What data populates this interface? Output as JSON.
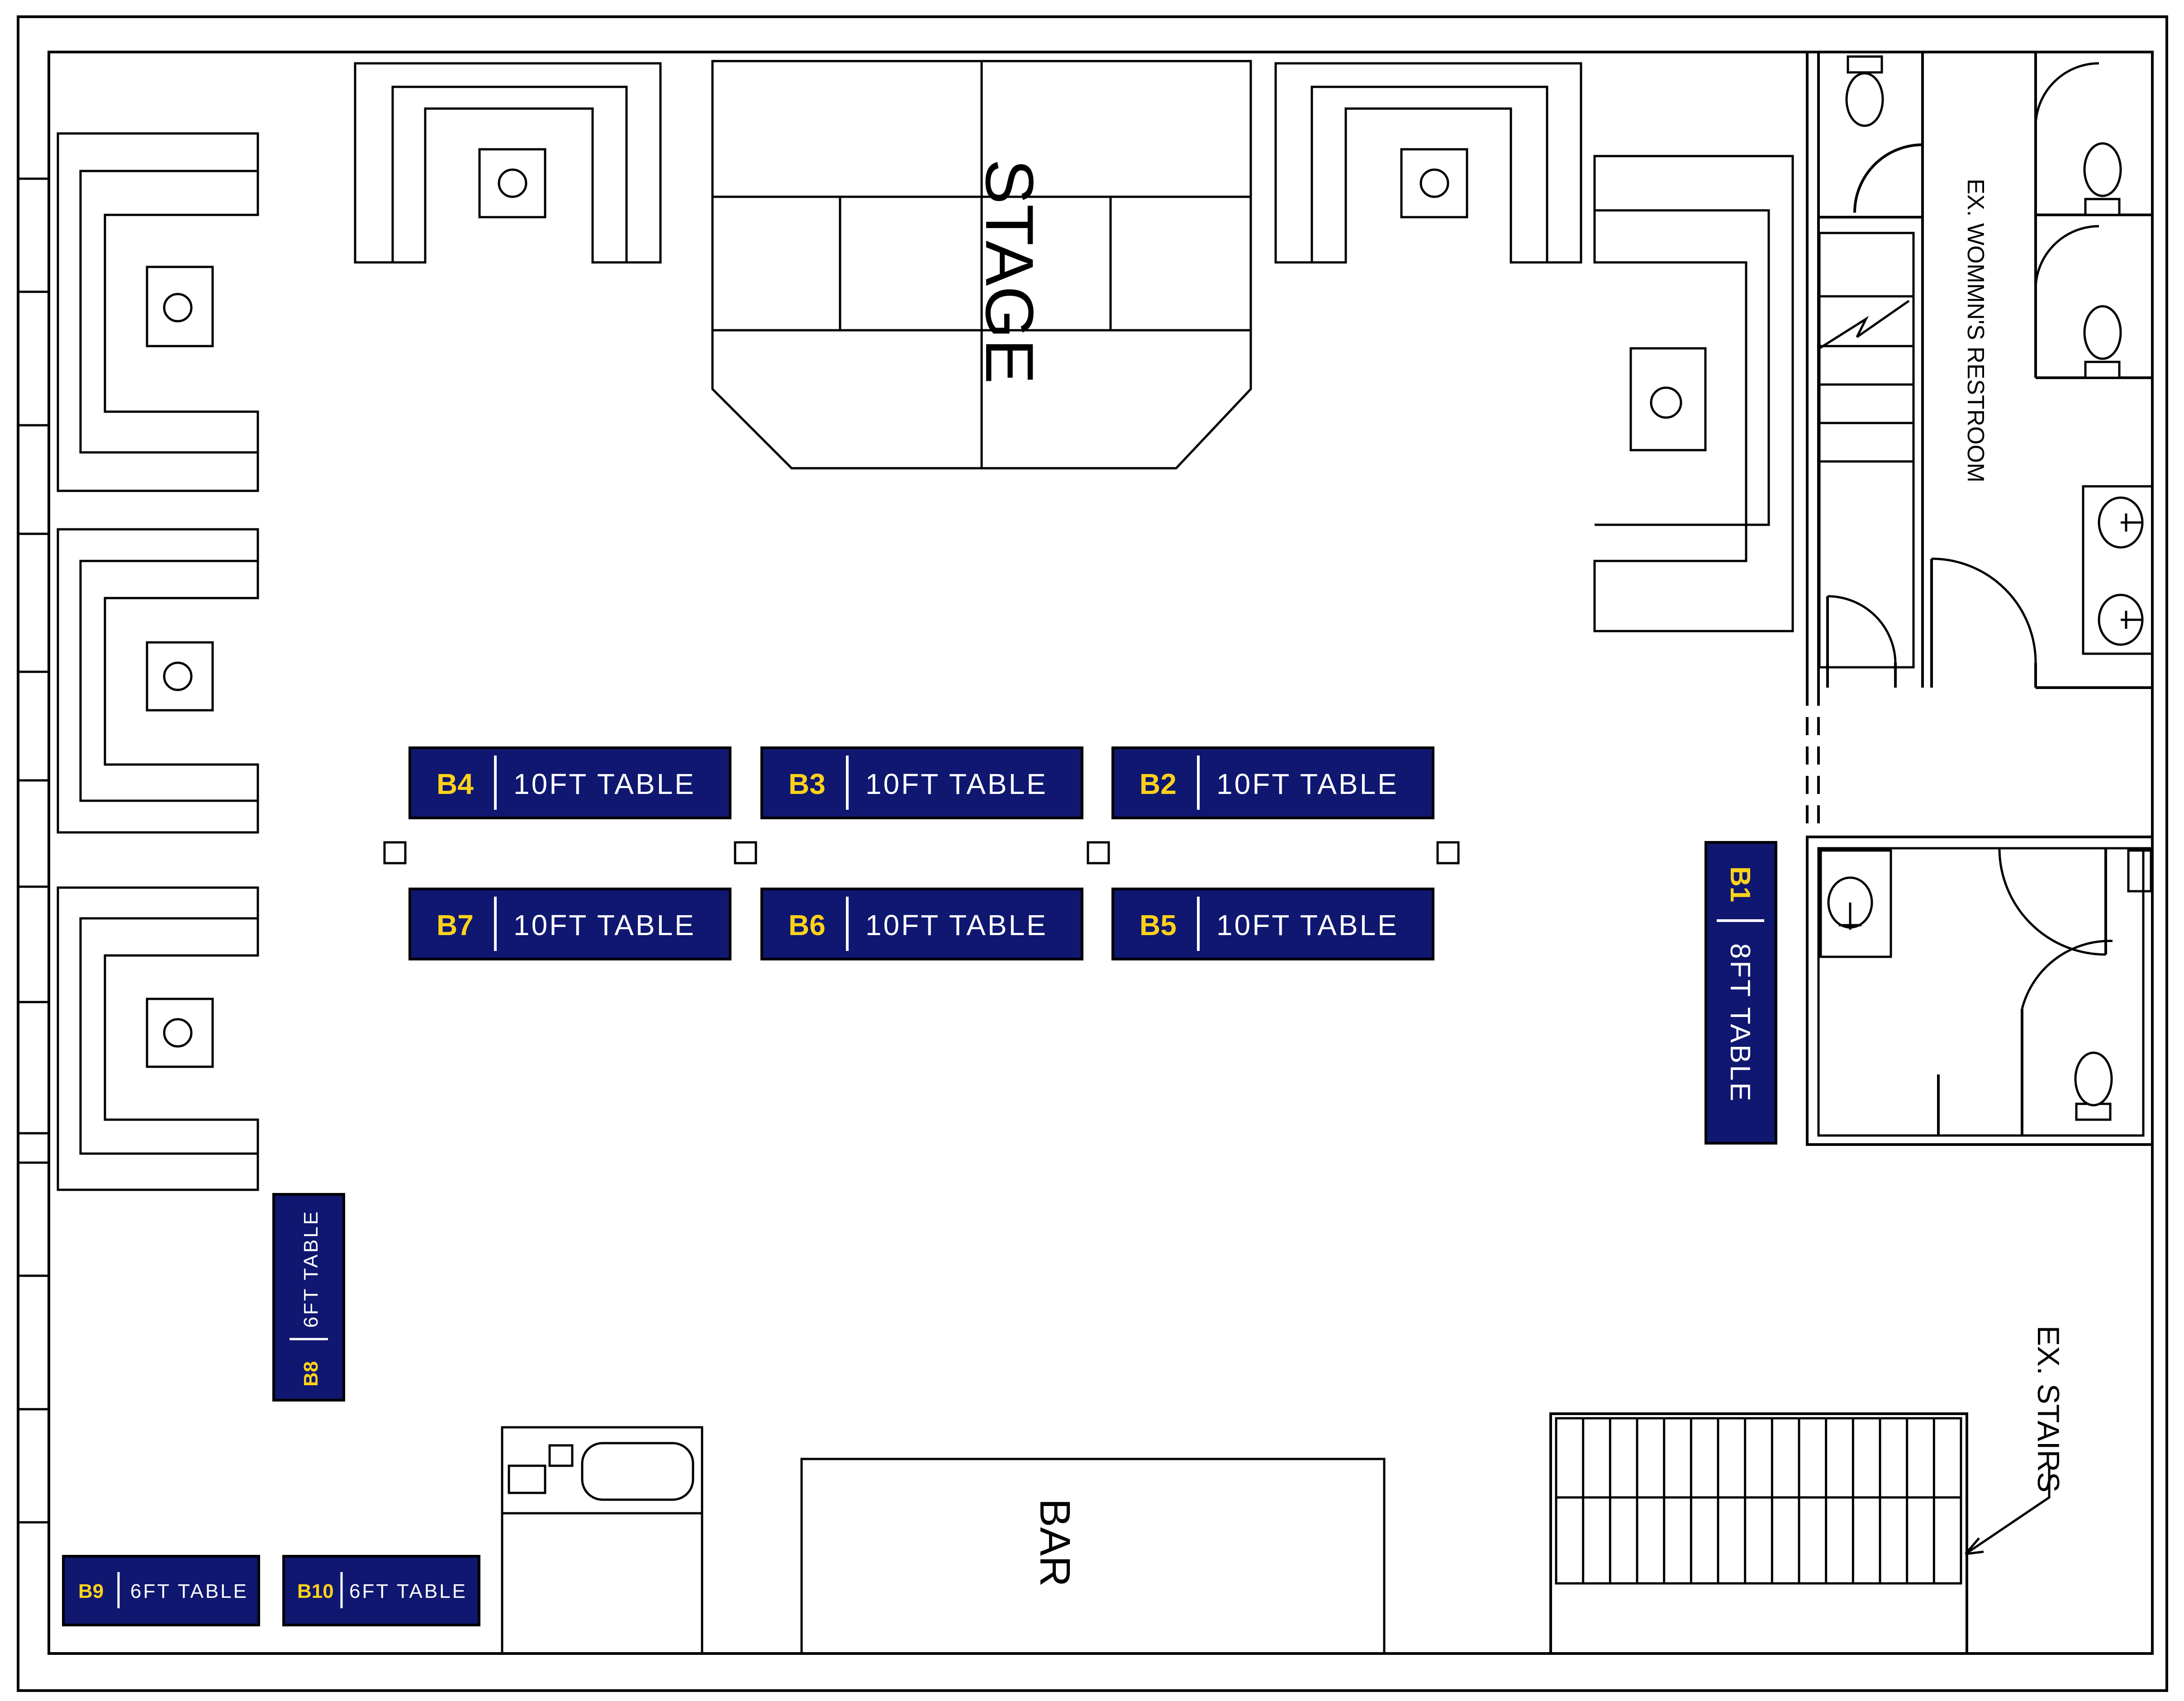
{
  "labels": {
    "stage": "STAGE",
    "bar": "BAR",
    "womens_restroom": "EX. WOMMN'S RESTROOM",
    "stairs": "EX. STAIRS"
  },
  "booths": [
    {
      "id": "B4",
      "desc": "10FT  TABLE"
    },
    {
      "id": "B3",
      "desc": "10FT  TABLE"
    },
    {
      "id": "B2",
      "desc": "10FT  TABLE"
    },
    {
      "id": "B7",
      "desc": "10FT  TABLE"
    },
    {
      "id": "B6",
      "desc": "10FT  TABLE"
    },
    {
      "id": "B5",
      "desc": "10FT  TABLE"
    },
    {
      "id": "B1",
      "desc": "8FT  TABLE"
    },
    {
      "id": "B8",
      "desc": "6FT  TABLE"
    },
    {
      "id": "B9",
      "desc": "6FT  TABLE"
    },
    {
      "id": "B10",
      "desc": "6FT  TABLE"
    }
  ],
  "colors": {
    "booth_fill": "#0f1770",
    "booth_id": "#ffd21a",
    "booth_text": "#ffffff",
    "lines": "#000000"
  }
}
